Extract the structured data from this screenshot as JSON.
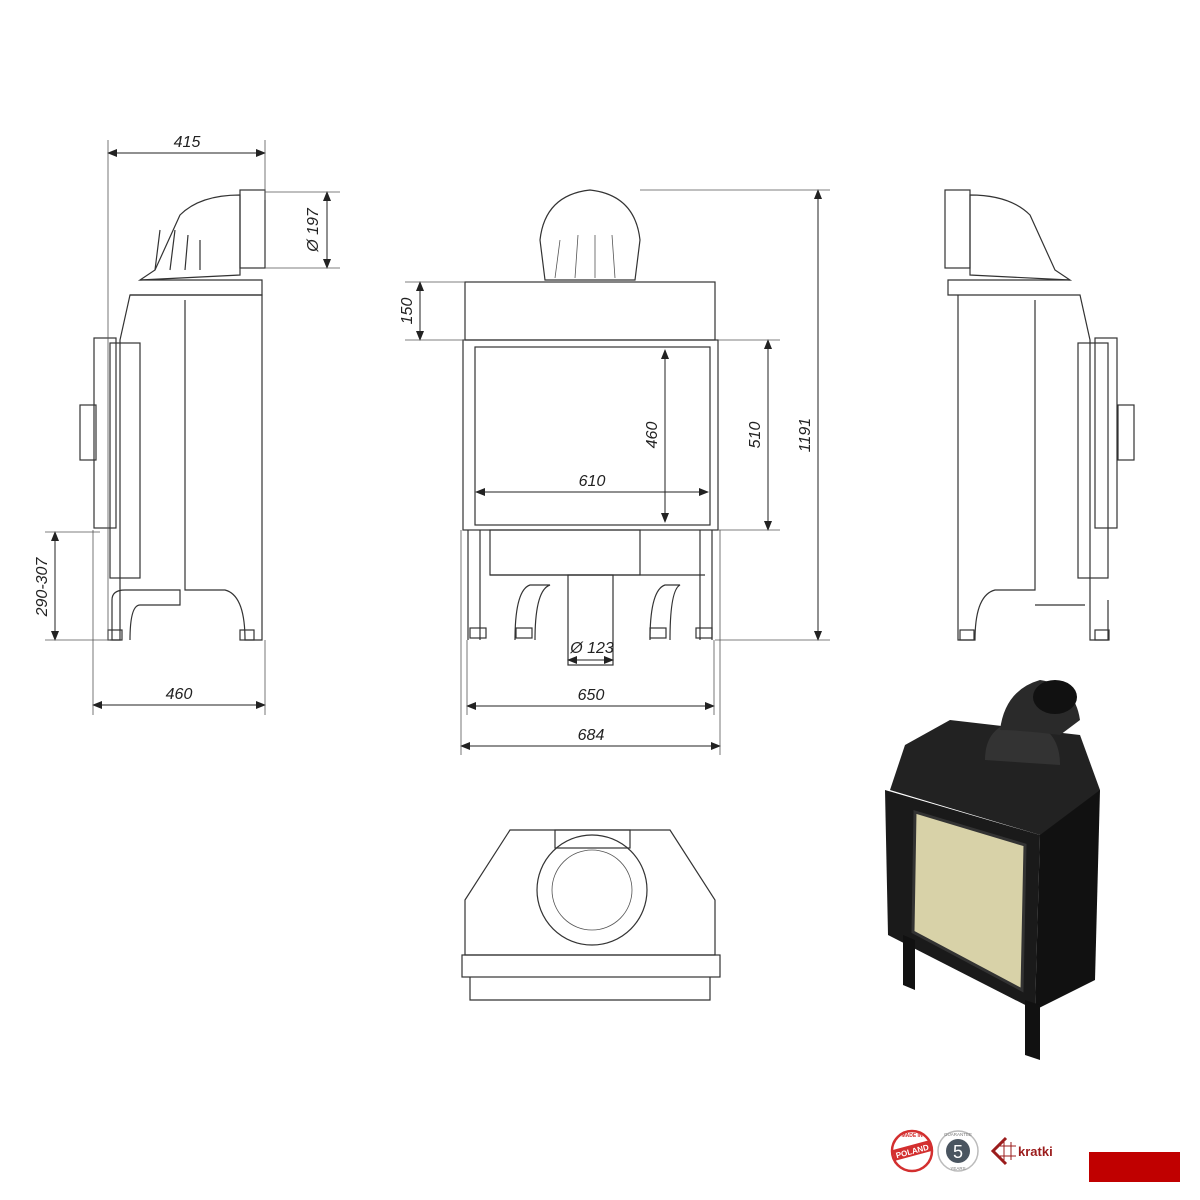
{
  "dimensions": {
    "side_depth_top": "415",
    "flue_diameter": "Ø 197",
    "top_height": "150",
    "total_height": "1191",
    "door_height": "510",
    "glass_height": "460",
    "glass_width": "610",
    "floor_to_door": "290-307",
    "side_depth_bottom": "460",
    "air_inlet_diameter": "Ø 123",
    "body_width": "650",
    "total_width": "684"
  },
  "logos": {
    "made_in_top": "MADE IN",
    "poland": "POLAND",
    "guarantee": "GUARANTEE",
    "guarantee_years_number": "5",
    "years": "YEARS",
    "brand": "kratki"
  },
  "colors": {
    "brand_red": "#c00000",
    "seal_red": "#d32f2f",
    "badge_gray": "#4a5560"
  }
}
